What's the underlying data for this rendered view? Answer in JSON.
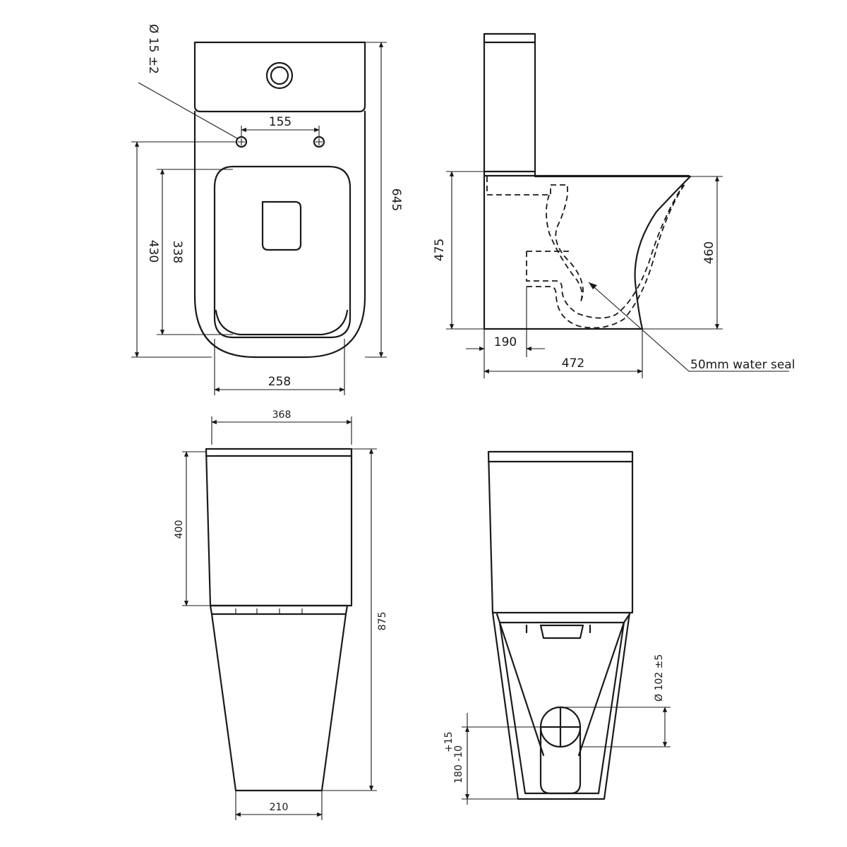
{
  "dimensions": {
    "dia_inlet": "Ø 15 ±2",
    "bolt_spacing": "155",
    "overall_depth": "645",
    "depth_430": "430",
    "seat_338": "338",
    "seat_width": "258",
    "side_height": "475",
    "rim_height": "460",
    "outlet_190": "190",
    "base_472": "472",
    "water_seal": "50mm water seal",
    "tank_width": "368",
    "tank_height": "400",
    "total_height": "875",
    "base_width": "210",
    "outlet_dia": "Ø 102 ±5",
    "outlet_height": "180 -10",
    "outlet_height_tol": "+15"
  }
}
